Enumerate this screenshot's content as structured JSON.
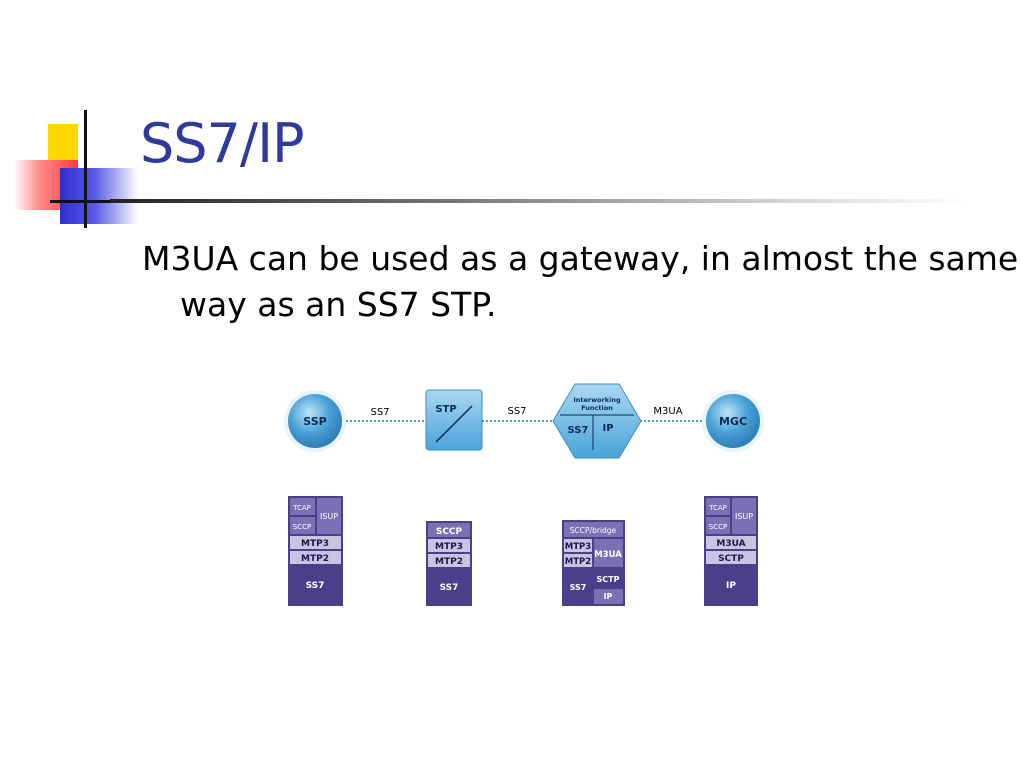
{
  "slide": {
    "title": "SS7/IP",
    "bullet": "M3UA can be used as a gateway, in almost the same way as an SS7 STP."
  },
  "network": {
    "ssp": "SSP",
    "stp": "STP",
    "iwf_title": "Interworking Function",
    "iwf_left": "SS7",
    "iwf_right": "IP",
    "mgc": "MGC",
    "link1": "SS7",
    "link2": "SS7",
    "link3": "M3UA"
  },
  "stacks": {
    "ssp": {
      "tcap": "TCAP",
      "sccp": "SCCP",
      "isup": "ISUP",
      "mtp3": "MTP3",
      "mtp2": "MTP2",
      "base": "SS7"
    },
    "stp": {
      "sccp": "SCCP",
      "mtp3": "MTP3",
      "mtp2": "MTP2",
      "base": "SS7"
    },
    "iwf": {
      "top": "SCCP/bridge",
      "mtp3": "MTP3",
      "mtp2": "MTP2",
      "m3ua": "M3UA",
      "ss7": "SS7",
      "sctp": "SCTP",
      "ip": "IP"
    },
    "mgc": {
      "tcap": "TCAP",
      "sccp": "SCCP",
      "isup": "ISUP",
      "m3ua": "M3UA",
      "sctp": "SCTP",
      "base": "IP"
    }
  },
  "colors": {
    "title": "#2f3a9e",
    "stack_dark": "#4b3f8c",
    "stack_mid": "#7a70b4",
    "stack_light": "#c8c4e2",
    "node_blue": "#4aa3d8"
  }
}
